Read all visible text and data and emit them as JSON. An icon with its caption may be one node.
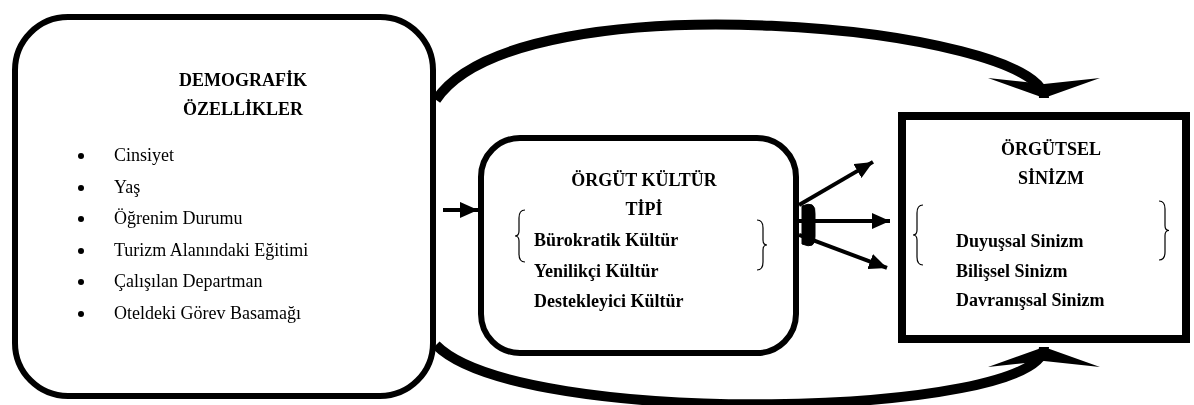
{
  "diagram": {
    "nodes": [
      {
        "text": [
          "DEMOGRAFİK ÖZELLİKLER",
          "Cinsiyet",
          "Yaş",
          "Öğrenim Durumu",
          "Turizm Alanındaki Eğitimi",
          "Çalışılan Departman",
          "Oteldeki Görev Basamağı"
        ]
      },
      {
        "text": [
          "ÖRGÜT KÜLTÜR TİPİ",
          "Bürokratik Kültür",
          "Yenilikçi Kültür",
          "Destekleyici Kültür"
        ]
      },
      {
        "text": [
          "ÖRGÜTSEL SİNİZM",
          "Duyuşsal Sinizm",
          "Bilişsel Sinizm",
          "Davranışsal Sinizm"
        ]
      }
    ],
    "edges": [
      {
        "from": 0,
        "to": 2,
        "arrow": "to",
        "style": "thick"
      },
      {
        "from": 0,
        "to": 1,
        "arrow": "to"
      },
      {
        "from": 1,
        "to": 2,
        "arrow": "to"
      },
      {
        "from": 1,
        "to": 2,
        "arrow": "to"
      },
      {
        "from": 1,
        "to": 2,
        "arrow": "to"
      },
      {
        "from": 0,
        "to": 2,
        "arrow": "to",
        "style": "thick"
      }
    ]
  }
}
